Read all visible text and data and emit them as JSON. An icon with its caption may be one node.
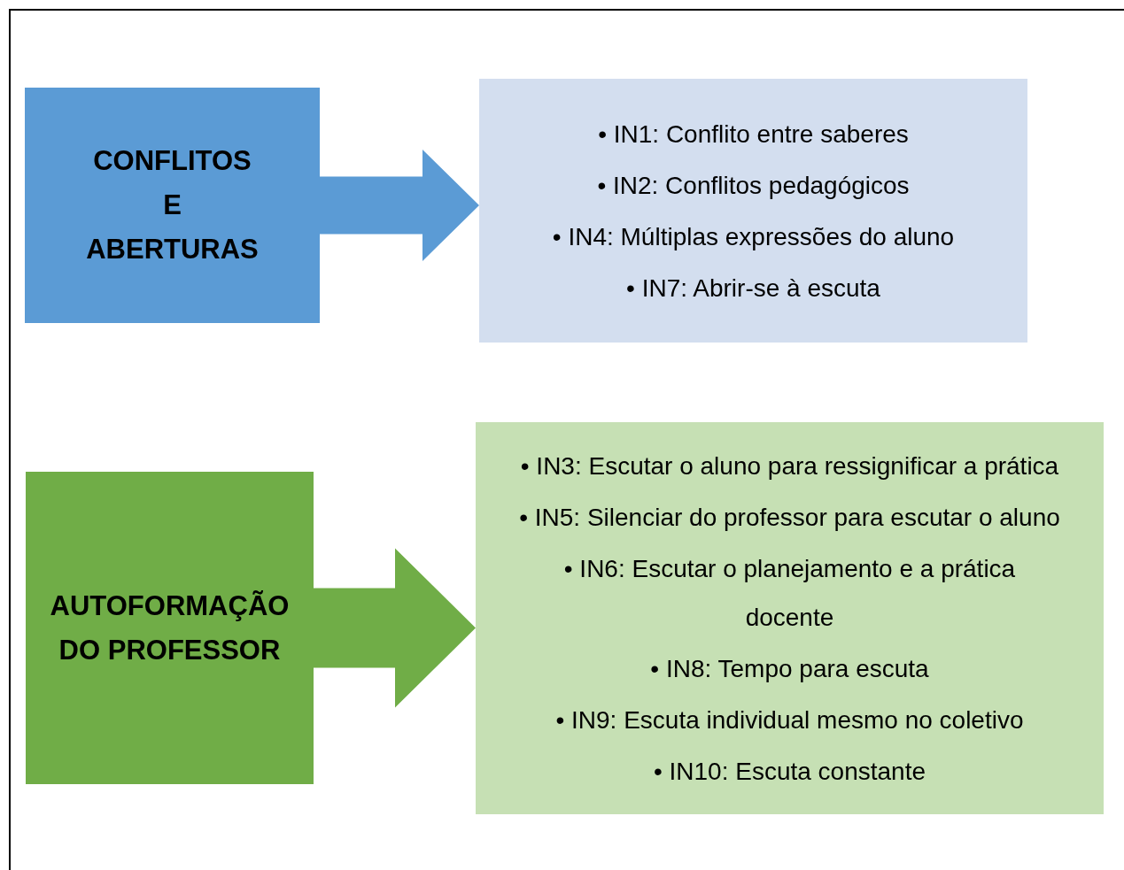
{
  "diagram": {
    "nodes": [
      {
        "text": [
          "CONFLITOS E ABERTURAS"
        ]
      },
      {
        "text": [
          "• IN1: Conflito entre saberes",
          "• IN2: Conflitos pedagógicos",
          "• IN4: Múltiplas expressões do aluno",
          "• IN7: Abrir-se à escuta"
        ]
      },
      {
        "text": [
          "AUTOFORMAÇÃO DO PROFESSOR"
        ]
      },
      {
        "text": [
          "• IN3: Escutar o aluno para ressignificar a prática",
          "• IN5: Silenciar do professor para escutar o aluno",
          "• IN6: Escutar o planejamento e a prática docente",
          "• IN8: Tempo para escuta",
          "• IN9: Escuta individual mesmo no coletivo",
          "• IN10: Escuta constante"
        ]
      }
    ],
    "edges": [
      {
        "from": 0,
        "to": 1,
        "arrow": "to",
        "color": "#5b9bd5"
      },
      {
        "from": 2,
        "to": 3,
        "arrow": "to",
        "color": "#70ad47"
      }
    ]
  }
}
